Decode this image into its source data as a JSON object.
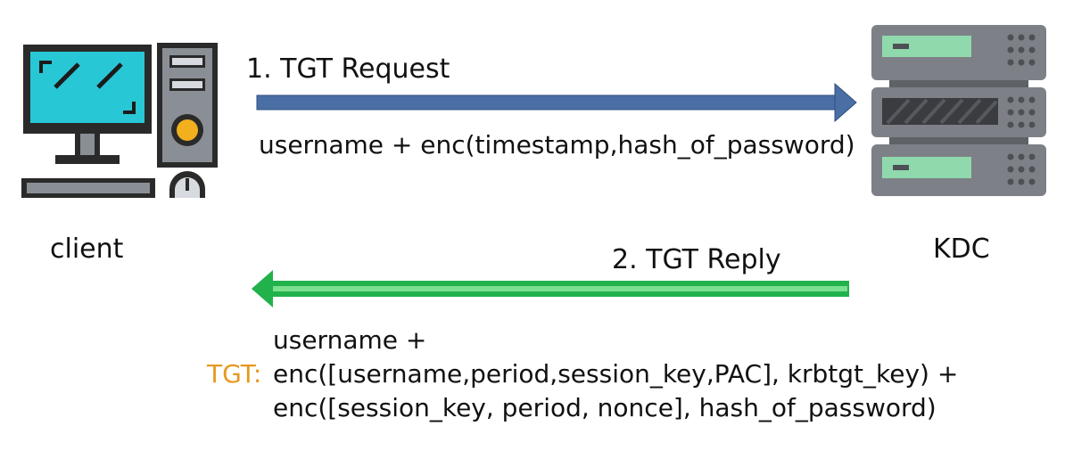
{
  "client": {
    "label": "client",
    "icon": "desktop-computer-icon"
  },
  "kdc": {
    "label": "KDC",
    "icon": "server-rack-icon"
  },
  "request": {
    "title": "1. TGT Request",
    "payload": "username + enc(timestamp,hash_of_password)",
    "arrow_color": "#4a6fa5"
  },
  "reply": {
    "title": "2. TGT Reply",
    "arrow_color": "#22b24c",
    "tgt_label": "TGT:",
    "tgt_label_color": "#e69a1f",
    "line1": "username +",
    "line2": "enc([username,period,session_key,PAC], krbtgt_key) +",
    "line3": "enc([session_key, period, nonce], hash_of_password)"
  }
}
